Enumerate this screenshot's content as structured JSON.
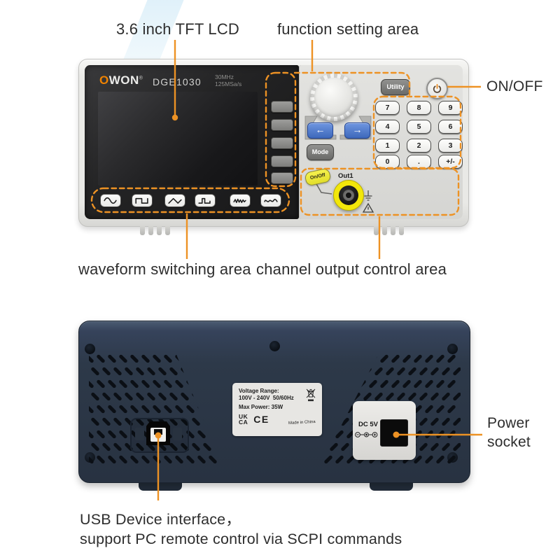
{
  "annotations": {
    "lcd": "3.6 inch TFT LCD",
    "function_area": "function setting area",
    "on_off": "ON/OFF",
    "waveform_area": "waveform switching area",
    "channel_area": "channel output control area",
    "power_socket_1": "Power",
    "power_socket_2": "socket",
    "usb_1": "USB Device interface，",
    "usb_2": "support PC remote control via SCPI commands"
  },
  "front_panel": {
    "brand_o": "O",
    "brand_rest": "WON",
    "reg": "®",
    "model": "DGE1030",
    "spec_line1": "30MHz",
    "spec_line2": "125MSa/s",
    "utility": "Utility",
    "mode": "Mode",
    "arrow_left": "←",
    "arrow_right": "→",
    "on_off": "On/Off",
    "out1": "Out1",
    "keypad": [
      [
        "7",
        "8",
        "9"
      ],
      [
        "4",
        "5",
        "6"
      ],
      [
        "1",
        "2",
        "3"
      ],
      [
        "0",
        ".",
        "+/-"
      ]
    ],
    "waveforms": [
      "sine",
      "square",
      "ramp",
      "pulse",
      "noise",
      "arb"
    ]
  },
  "rear_panel": {
    "voltage_title": "Voltage Range:",
    "voltage_value": "100V - 240V  50/60Hz",
    "max_power": "Max Power: 35W",
    "ukca_1": "UK",
    "ukca_2": "CA",
    "ce": "CE",
    "made_in": "Made in China",
    "dc": "DC 5V"
  },
  "colors": {
    "accent_orange": "#ED9224",
    "logo_orange": "#F08300",
    "arrow_blue": "#3E69BB",
    "onoff_yellow": "#EDE93C",
    "bnc_yellow": "#F2E70A",
    "rear_case": "#2D3949"
  }
}
